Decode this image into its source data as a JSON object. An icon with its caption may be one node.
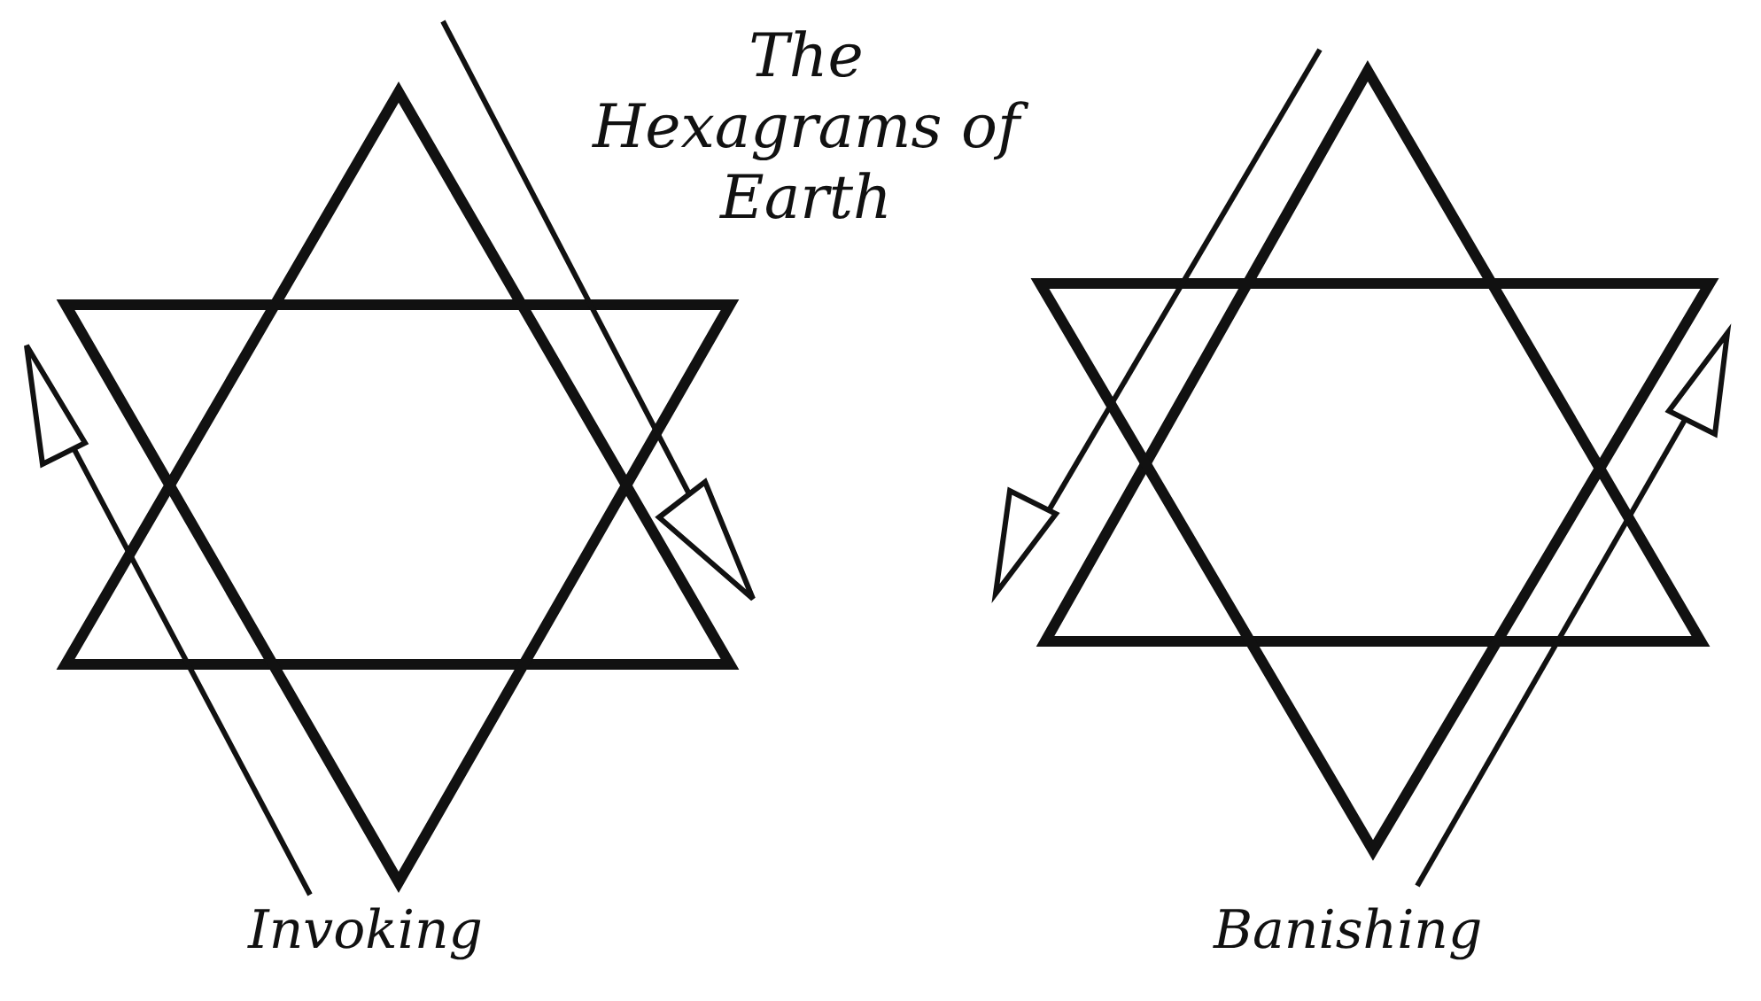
{
  "diagram": {
    "title": "The Hexagrams of Earth",
    "labels": [
      "Invoking",
      "Banishing"
    ]
  }
}
